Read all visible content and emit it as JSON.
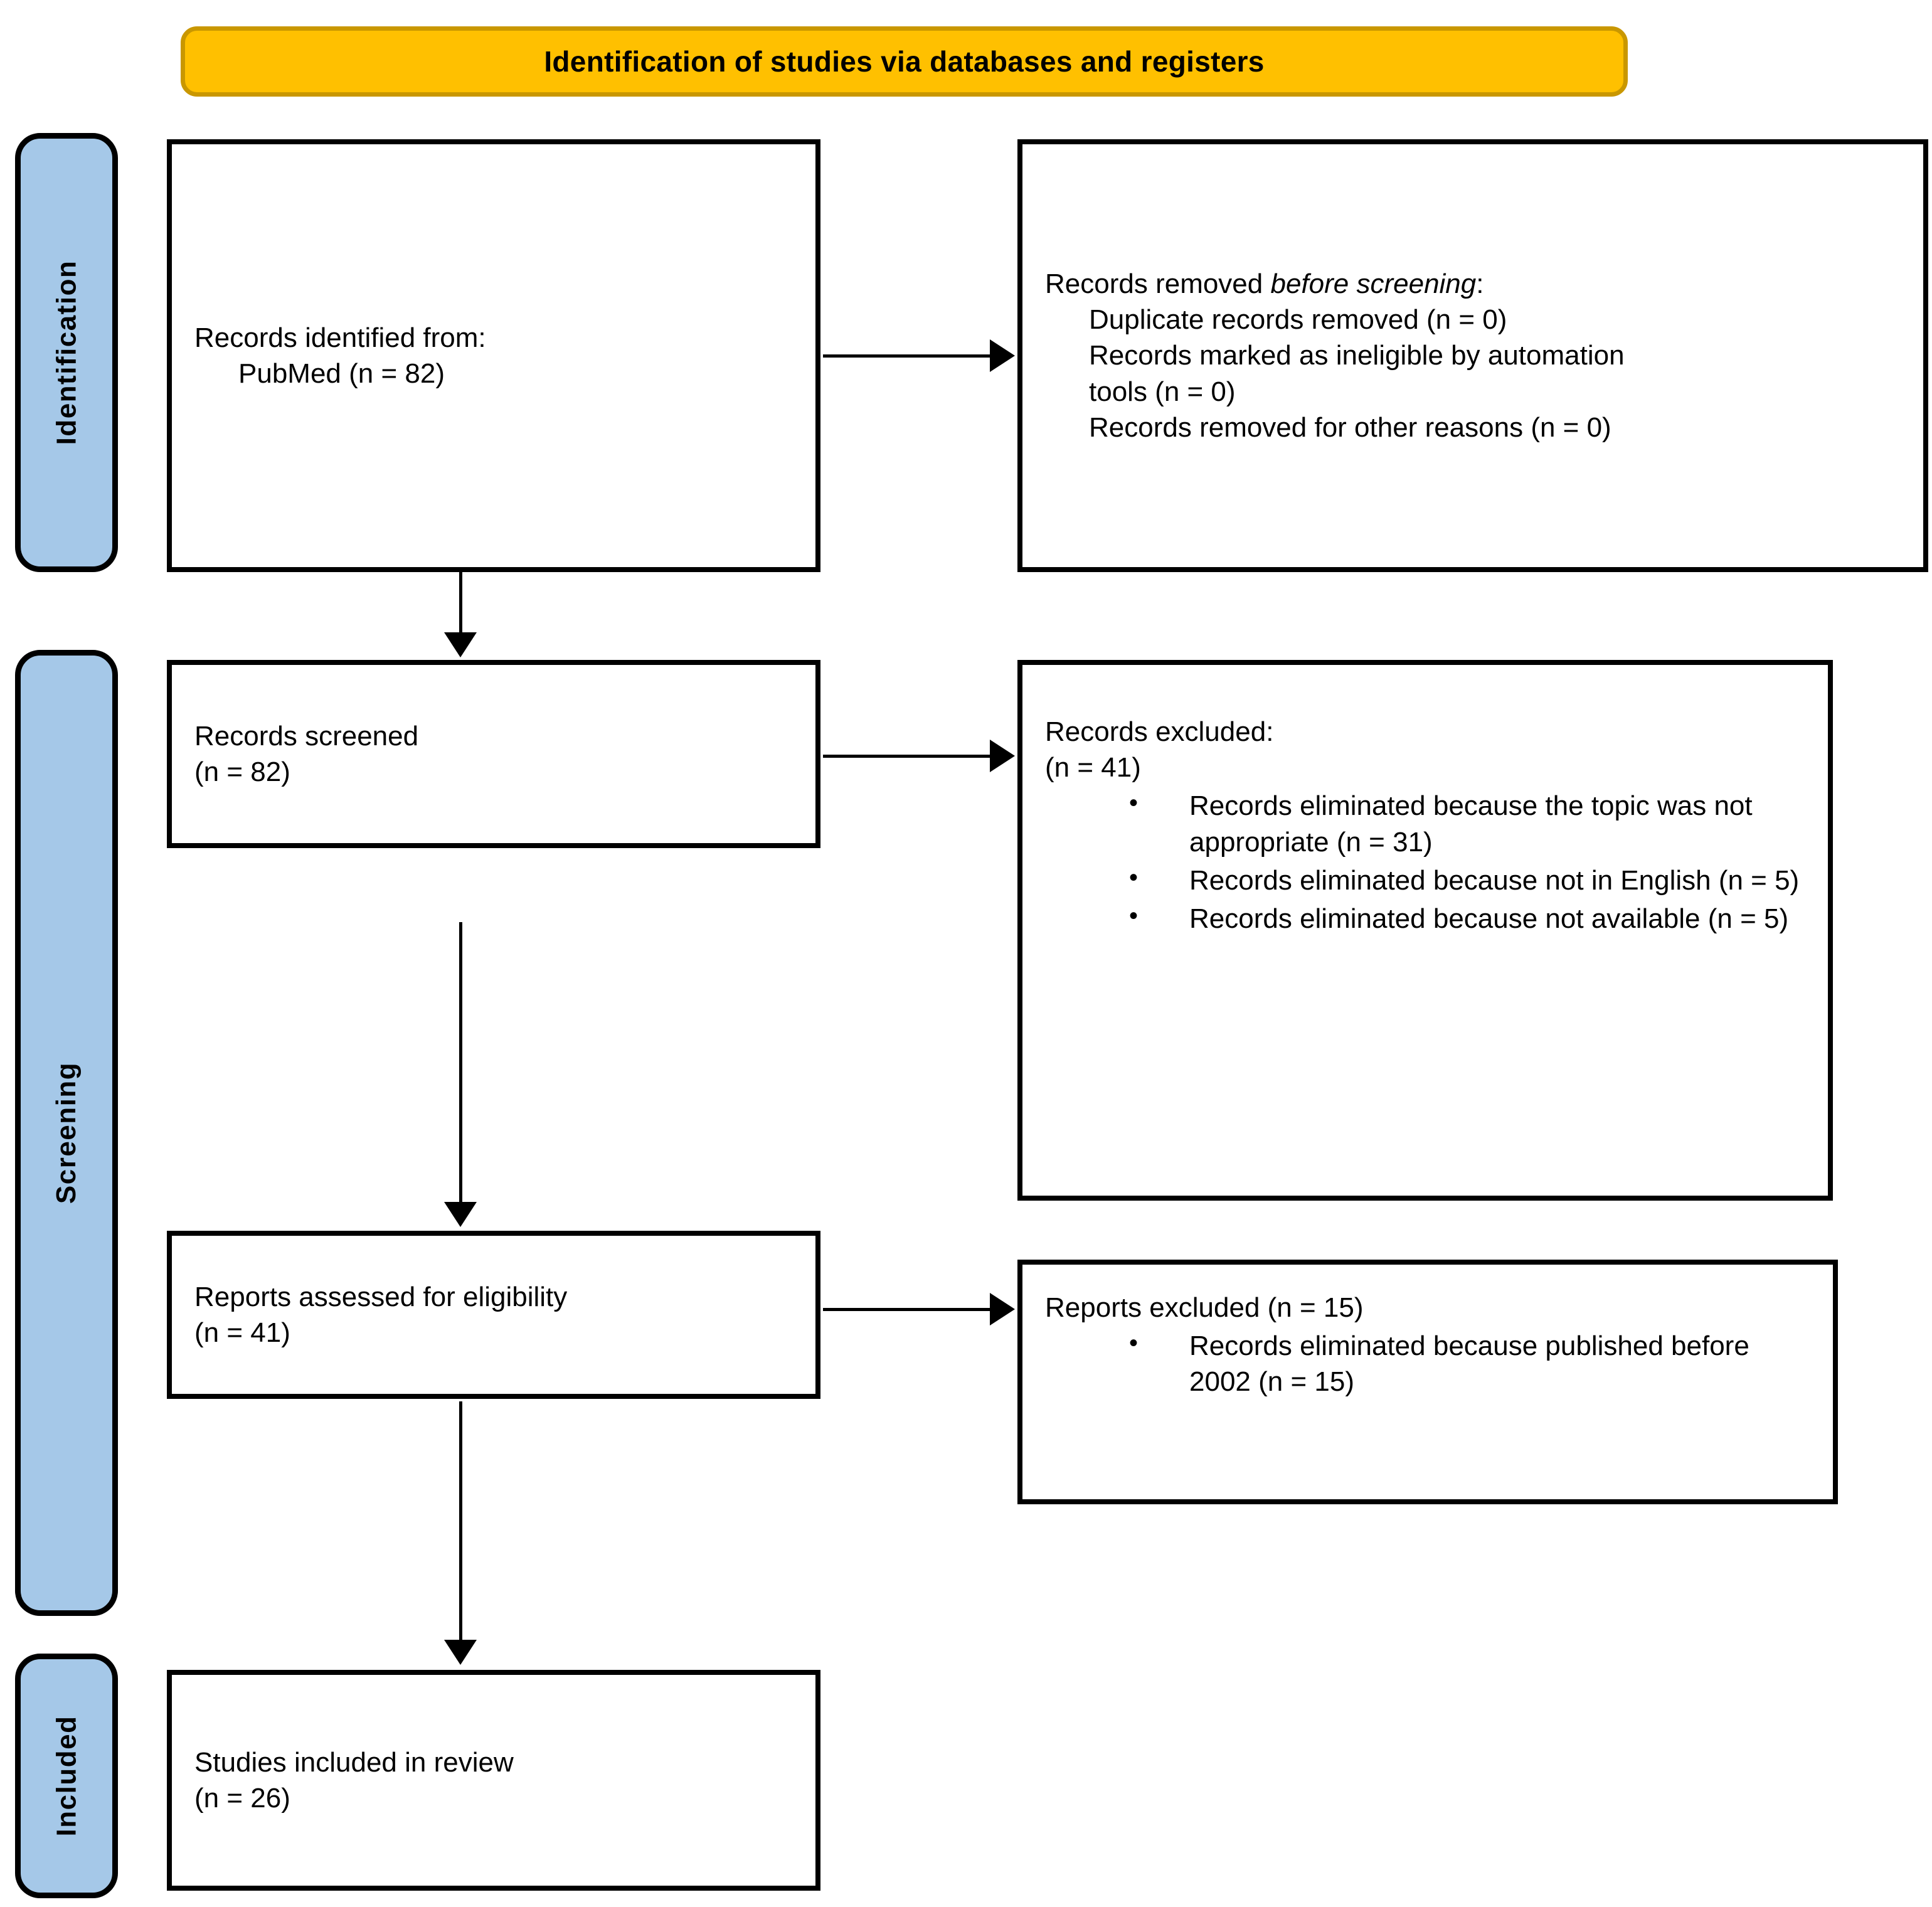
{
  "header": {
    "title": "Identification of studies via databases and registers",
    "background_color": "#FFC000",
    "border_color": "#C99700",
    "text_color": "#000000"
  },
  "stages": {
    "accent_color": "#A5C8E8",
    "border_color": "#000000",
    "identification": "Identification",
    "screening": "Screening",
    "included": "Included"
  },
  "boxes": {
    "records_identified": {
      "line1": "Records identified from:",
      "line2": "PubMed (n = 82)"
    },
    "records_removed": {
      "line1_prefix": "Records removed ",
      "line1_italic": "before screening",
      "line1_suffix": ":",
      "line2": "Duplicate records removed (n = 0)",
      "line3": "Records marked as ineligible by automation",
      "line4": "tools (n = 0)",
      "line5": "Records removed for other reasons (n = 0)"
    },
    "records_screened": {
      "line1": "Records screened",
      "line2": "(n = 82)"
    },
    "records_excluded": {
      "line1": "Records excluded:",
      "line2": "(n = 41)",
      "bullets": [
        "Records eliminated because the topic was not appropriate (n = 31)",
        "Records eliminated because not in English (n = 5)",
        "Records eliminated because not available (n = 5)"
      ]
    },
    "reports_assessed": {
      "line1": "Reports assessed for eligibility",
      "line2": "(n = 41)"
    },
    "reports_excluded": {
      "line1": "Reports excluded (n = 15)",
      "bullets": [
        "Records eliminated because published before 2002 (n = 15)"
      ]
    },
    "studies_included": {
      "line1": "Studies included in review",
      "line2": "(n = 26)"
    }
  },
  "chart_data": {
    "type": "diagram",
    "diagram_kind": "PRISMA 2020 flow diagram",
    "title": "Identification of studies via databases and registers",
    "stages": [
      "Identification",
      "Screening",
      "Included"
    ],
    "nodes": [
      {
        "id": "records_identified",
        "stage": "Identification",
        "label": "Records identified from: PubMed",
        "n": 82
      },
      {
        "id": "records_removed",
        "stage": "Identification",
        "label": "Records removed before screening",
        "breakdown": [
          {
            "label": "Duplicate records removed",
            "n": 0
          },
          {
            "label": "Records marked as ineligible by automation tools",
            "n": 0
          },
          {
            "label": "Records removed for other reasons",
            "n": 0
          }
        ]
      },
      {
        "id": "records_screened",
        "stage": "Screening",
        "label": "Records screened",
        "n": 82
      },
      {
        "id": "records_excluded",
        "stage": "Screening",
        "label": "Records excluded",
        "n": 41,
        "breakdown": [
          {
            "label": "Records eliminated because the topic was not appropriate",
            "n": 31
          },
          {
            "label": "Records eliminated because not in English",
            "n": 5
          },
          {
            "label": "Records eliminated because not available",
            "n": 5
          }
        ]
      },
      {
        "id": "reports_assessed",
        "stage": "Screening",
        "label": "Reports assessed for eligibility",
        "n": 41
      },
      {
        "id": "reports_excluded",
        "stage": "Screening",
        "label": "Reports excluded",
        "n": 15,
        "breakdown": [
          {
            "label": "Records eliminated because published before 2002",
            "n": 15
          }
        ]
      },
      {
        "id": "studies_included",
        "stage": "Included",
        "label": "Studies included in review",
        "n": 26
      }
    ],
    "edges": [
      {
        "from": "records_identified",
        "to": "records_removed",
        "direction": "right"
      },
      {
        "from": "records_identified",
        "to": "records_screened",
        "direction": "down"
      },
      {
        "from": "records_screened",
        "to": "records_excluded",
        "direction": "right"
      },
      {
        "from": "records_screened",
        "to": "reports_assessed",
        "direction": "down"
      },
      {
        "from": "reports_assessed",
        "to": "reports_excluded",
        "direction": "right"
      },
      {
        "from": "reports_assessed",
        "to": "studies_included",
        "direction": "down"
      }
    ]
  }
}
